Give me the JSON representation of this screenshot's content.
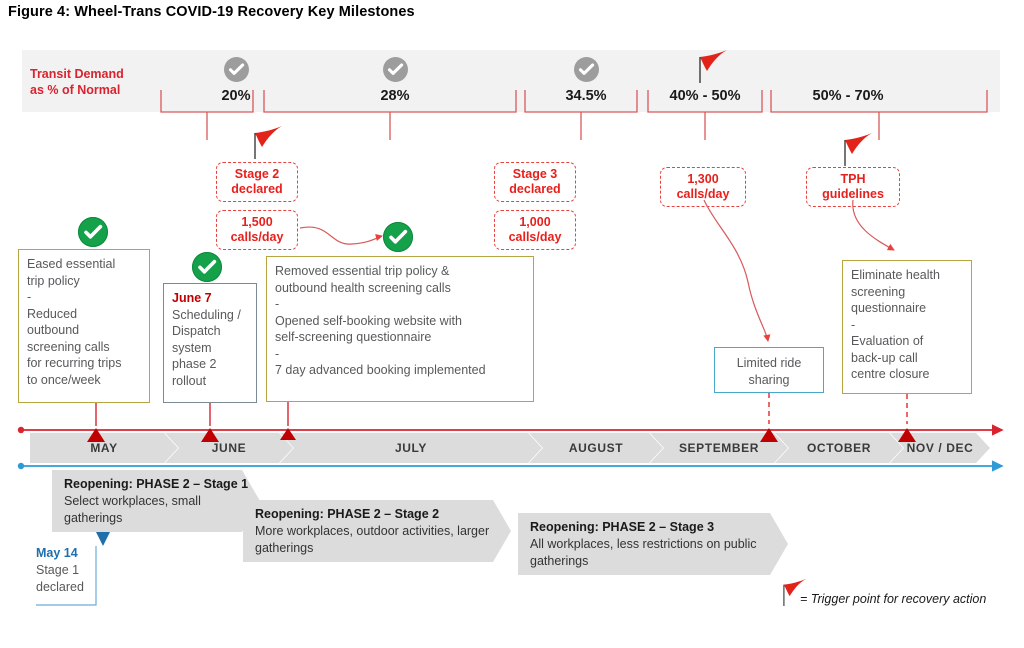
{
  "title": "Figure 4: Wheel-Trans COVID-19 Recovery Key Milestones",
  "demand_band": {
    "label_line1": "Transit Demand",
    "label_line2": "as % of Normal",
    "segments": [
      {
        "value": "20%",
        "status": "achieved"
      },
      {
        "value": "28%",
        "status": "achieved"
      },
      {
        "value": "34.5%",
        "status": "achieved"
      },
      {
        "value": "40% - 50%",
        "status": "trigger"
      },
      {
        "value": "50% - 70%",
        "status": "planned"
      }
    ]
  },
  "callouts": [
    {
      "id": "stage2-declared",
      "lines": [
        "Stage 2",
        "declared"
      ]
    },
    {
      "id": "calls-1500",
      "lines": [
        "1,500",
        "calls/day"
      ]
    },
    {
      "id": "stage3-declared",
      "lines": [
        "Stage 3",
        "declared"
      ]
    },
    {
      "id": "calls-1000",
      "lines": [
        "1,000",
        "calls/day"
      ]
    },
    {
      "id": "calls-1300",
      "lines": [
        "1,300",
        "calls/day"
      ]
    },
    {
      "id": "tph-guidelines",
      "lines": [
        "TPH",
        "guidelines"
      ]
    }
  ],
  "action_boxes": [
    {
      "id": "eased-essential-trip-policy",
      "border": "olive",
      "lines": [
        "Eased essential",
        "trip policy",
        "-",
        "Reduced",
        "outbound",
        "screening calls",
        "for recurring trips",
        "to once/week"
      ]
    },
    {
      "id": "june7-scheduling-dispatch",
      "border": "gray",
      "heading": "June 7",
      "lines": [
        "Scheduling /",
        "Dispatch",
        "system",
        "phase 2",
        "rollout"
      ]
    },
    {
      "id": "removed-essential-trip-policy",
      "border": "olive",
      "lines": [
        "Removed essential trip policy &",
        "outbound health screening calls",
        "-",
        "Opened self-booking website with",
        "self-screening questionnaire",
        "-",
        "7 day advanced booking implemented"
      ]
    },
    {
      "id": "limited-ride-sharing",
      "border": "blue",
      "lines": [
        "Limited ride",
        "sharing"
      ]
    },
    {
      "id": "eliminate-health-screening",
      "border": "olive",
      "lines": [
        "Eliminate health",
        "screening",
        "questionnaire",
        "-",
        "Evaluation of",
        "back-up call",
        "centre closure"
      ]
    }
  ],
  "months": [
    {
      "label": "MAY"
    },
    {
      "label": "JUNE"
    },
    {
      "label": "JULY"
    },
    {
      "label": "AUGUST"
    },
    {
      "label": "SEPTEMBER"
    },
    {
      "label": "OCTOBER"
    },
    {
      "label": "NOV / DEC"
    }
  ],
  "reopening_phases": [
    {
      "heading": "Reopening: PHASE 2 – Stage 1",
      "body": "Select workplaces, small gatherings"
    },
    {
      "heading": "Reopening: PHASE 2 – Stage 2",
      "body": "More workplaces, outdoor activities, larger gatherings"
    },
    {
      "heading": "Reopening: PHASE 2 – Stage 3",
      "body": "All workplaces, less restrictions on public gatherings"
    }
  ],
  "may14": {
    "date": "May 14",
    "line1": "Stage 1",
    "line2": "declared"
  },
  "legend": {
    "text": "= Trigger point for recovery action"
  },
  "colors": {
    "red": "#e8201c",
    "flag_red": "#e2231a",
    "band_gray": "#f2f2f2",
    "chevron_gray": "#dcdcdc",
    "olive_border": "#b5a642",
    "gray_border": "#7c8a96",
    "blue_border": "#4aa8c9",
    "green_check": "#14a14a",
    "gray_check": "#9d9d9d",
    "blue_line": "#2e9bd6",
    "text_gray": "#58595b"
  }
}
